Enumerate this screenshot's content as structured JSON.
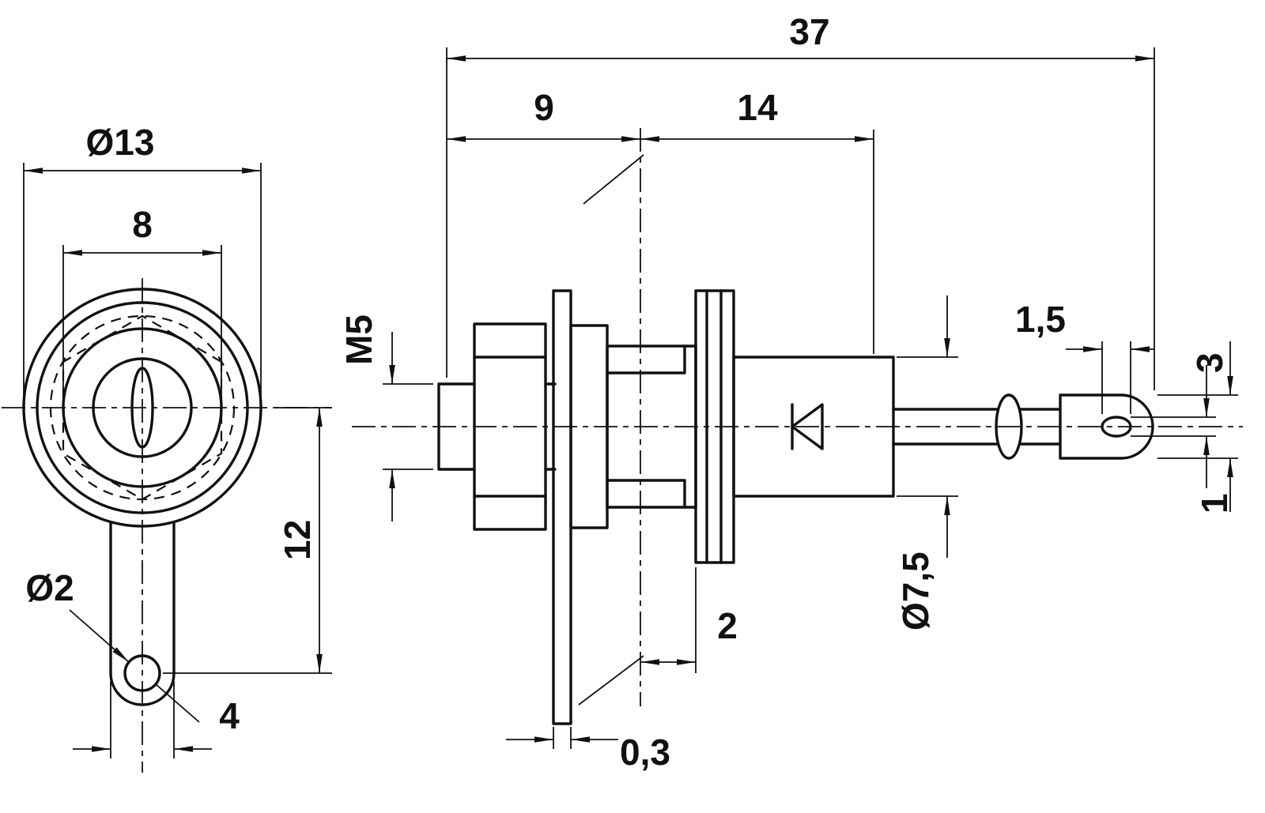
{
  "drawing": {
    "type": "technical-dimension-drawing",
    "component": "stud-mount diode with solder lug, front and side views",
    "colors": {
      "line": "#111111",
      "background": "#ffffff"
    },
    "front_view": {
      "outer_diameter": "Ø13",
      "across_flats": "8",
      "lug_hole_diameter": "Ø2",
      "lug_length": "12",
      "lug_width": "4"
    },
    "side_view": {
      "overall_length": "37",
      "mount_section_length": "9",
      "body_length": "14",
      "thread": "M5",
      "terminal_slot_length": "1,5",
      "terminal_width": "3",
      "terminal_slot_width": "1",
      "body_diameter": "Ø7,5",
      "lug_offset": "2",
      "lug_thickness": "0,3"
    }
  }
}
